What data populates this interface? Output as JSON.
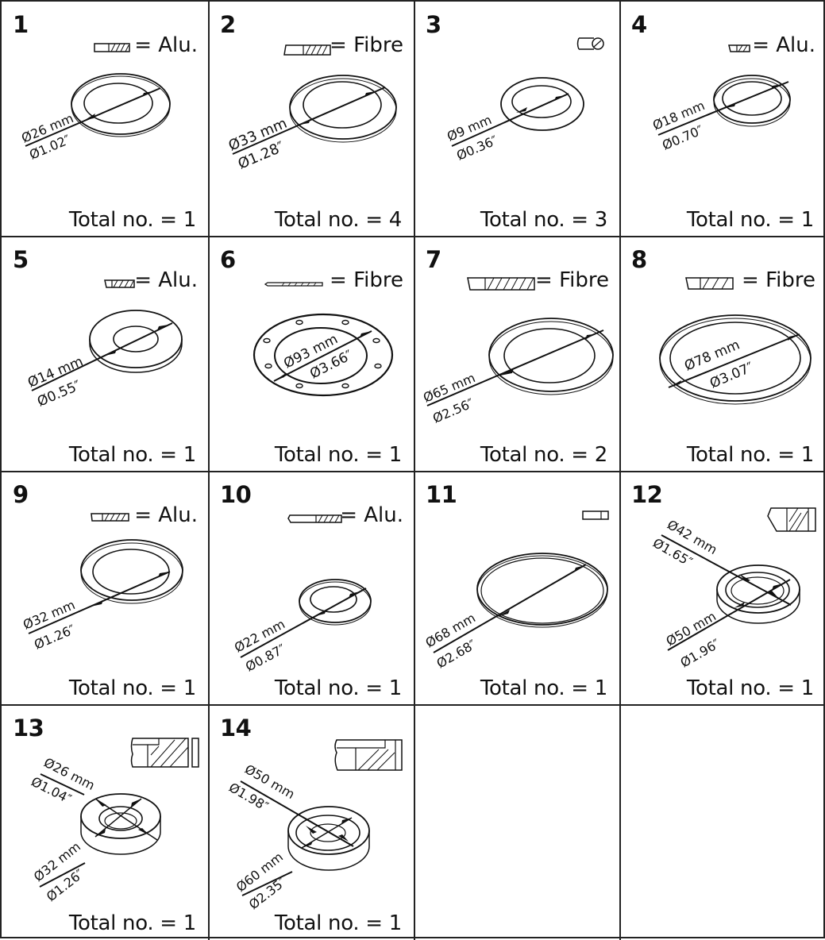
{
  "layout": {
    "columns": 4,
    "rows": 4,
    "col_x": [
      0,
      261,
      520,
      779,
      1039
    ],
    "row_y": [
      0,
      296,
      592,
      886,
      1182
    ]
  },
  "items": [
    {
      "number": "1",
      "material": "= Alu.",
      "profile": "flat-alu",
      "dims": [
        {
          "mm": "Ø26 mm",
          "inch": "Ø1.02″"
        }
      ],
      "total": "Total no. = 1"
    },
    {
      "number": "2",
      "material": "= Fibre",
      "profile": "flat-fibre",
      "dims": [
        {
          "mm": "Ø33 mm",
          "inch": "Ø1.28″"
        }
      ],
      "total": "Total no. = 4"
    },
    {
      "number": "3",
      "material": "",
      "profile": "o-ring",
      "dims": [
        {
          "mm": "Ø9 mm",
          "inch": "Ø0.36″"
        }
      ],
      "total": "Total no. = 3"
    },
    {
      "number": "4",
      "material": "= Alu.",
      "profile": "flat-alu",
      "dims": [
        {
          "mm": "Ø18 mm",
          "inch": "Ø0.70″"
        }
      ],
      "total": "Total no. = 1"
    },
    {
      "number": "5",
      "material": "= Alu.",
      "profile": "flat-alu",
      "dims": [
        {
          "mm": "Ø14 mm",
          "inch": "Ø0.55″"
        }
      ],
      "total": "Total no. = 1"
    },
    {
      "number": "6",
      "material": "= Fibre",
      "profile": "thin-fibre",
      "dims": [
        {
          "mm": "Ø93 mm",
          "inch": "Ø3.66″"
        }
      ],
      "total": "Total no. = 1"
    },
    {
      "number": "7",
      "material": "= Fibre",
      "profile": "flat-fibre",
      "dims": [
        {
          "mm": "Ø65 mm",
          "inch": "Ø2.56″"
        }
      ],
      "total": "Total no. = 2"
    },
    {
      "number": "8",
      "material": "= Fibre",
      "profile": "flat-fibre",
      "dims": [
        {
          "mm": "Ø78 mm",
          "inch": "Ø3.07″"
        }
      ],
      "total": "Total no. = 1"
    },
    {
      "number": "9",
      "material": "= Alu.",
      "profile": "flat-alu",
      "dims": [
        {
          "mm": "Ø32 mm",
          "inch": "Ø1.26″"
        }
      ],
      "total": "Total no. = 1"
    },
    {
      "number": "10",
      "material": "= Alu.",
      "profile": "flat-alu",
      "dims": [
        {
          "mm": "Ø22 mm",
          "inch": "Ø0.87″"
        }
      ],
      "total": "Total no. = 1"
    },
    {
      "number": "11",
      "material": "",
      "profile": "square-ring",
      "dims": [
        {
          "mm": "Ø68 mm",
          "inch": "Ø2.68″"
        }
      ],
      "total": "Total no. = 1"
    },
    {
      "number": "12",
      "material": "",
      "profile": "nut-ring",
      "dims": [
        {
          "mm": "Ø42 mm",
          "inch": "Ø1.65″"
        },
        {
          "mm": "Ø50 mm",
          "inch": "Ø1.96″"
        }
      ],
      "total": "Total no. = 1"
    },
    {
      "number": "13",
      "material": "",
      "profile": "nut-ring",
      "dims": [
        {
          "mm": "Ø26 mm",
          "inch": "Ø1.04″"
        },
        {
          "mm": "Ø32 mm",
          "inch": "Ø1.26″"
        }
      ],
      "total": "Total no. = 1"
    },
    {
      "number": "14",
      "material": "",
      "profile": "nut-ring",
      "dims": [
        {
          "mm": "Ø50 mm",
          "inch": "Ø1.98″"
        },
        {
          "mm": "Ø60 mm",
          "inch": "Ø2.35″"
        }
      ],
      "total": "Total no. = 1"
    },
    {
      "number": "",
      "material": "",
      "profile": "",
      "dims": [],
      "total": ""
    },
    {
      "number": "",
      "material": "",
      "profile": "",
      "dims": [],
      "total": ""
    }
  ],
  "colors": {
    "line": "#111111",
    "grid": "#222222",
    "background": "#ffffff"
  }
}
